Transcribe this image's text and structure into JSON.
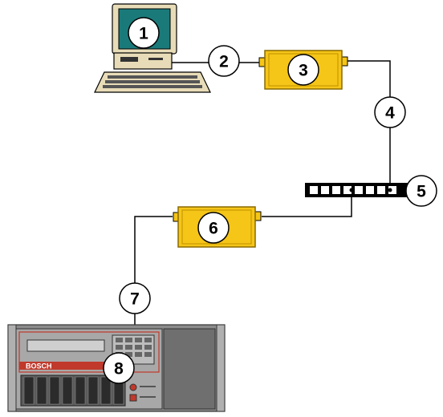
{
  "callouts": {
    "c1": "1",
    "c2": "2",
    "c3": "3",
    "c4": "4",
    "c5": "5",
    "c6": "6",
    "c7": "7",
    "c8": "8"
  },
  "panel": {
    "brand": "BOSCH"
  },
  "colors": {
    "module_fill": "#f5c518",
    "module_stroke": "#8a6a00",
    "callout_fill": "#ffffff",
    "wire": "#000000",
    "panel_body": "#9a9a9a",
    "panel_dark": "#555555",
    "monitor": "#1a7a7a",
    "beige": "#e8dcb8"
  }
}
